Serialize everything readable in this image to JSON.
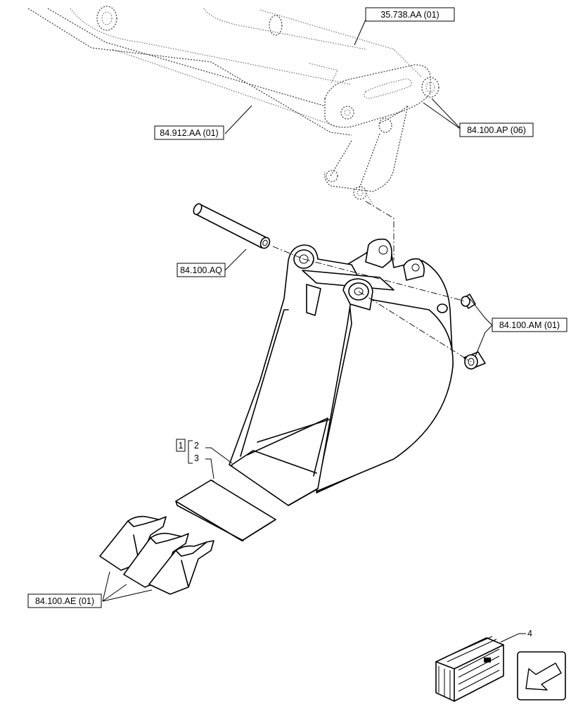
{
  "labels": {
    "boom_ref": "35.738.AA (01)",
    "arm_ref": "84.912.AA (01)",
    "linkage_ref": "84.100.AP (06)",
    "pin_ref": "84.100.AQ",
    "bushing_ref": "84.100.AM (01)",
    "teeth_ref": "84.100.AE (01)"
  },
  "callouts": {
    "bracket_item": "1",
    "cutting_edge_item": "2",
    "wear_plate_item": "3",
    "kit_item": "4"
  },
  "icons": [
    "parts-kit-crate-icon",
    "navigation-arrow-icon"
  ]
}
